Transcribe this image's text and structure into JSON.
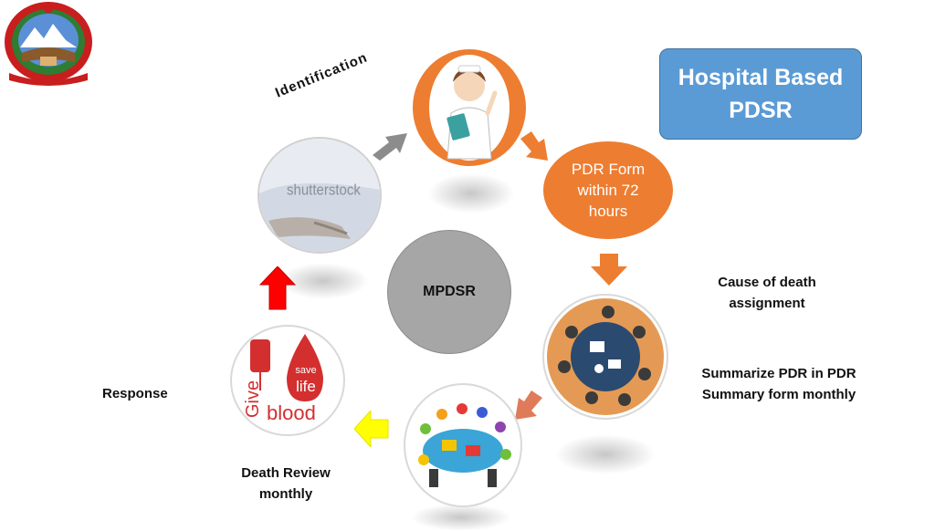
{
  "title": {
    "line1": "Hospital Based",
    "line2": "PDSR"
  },
  "center": {
    "label": "MPDSR"
  },
  "pdr_form": {
    "line1": "PDR Form",
    "line2": "within 72",
    "line3": "hours"
  },
  "labels": {
    "identification": "Identification",
    "cause_line1": "Cause of death",
    "cause_line2": "assignment",
    "summarize_line1": "Summarize PDR in PDR",
    "summarize_line2": "Summary form monthly",
    "response": "Response",
    "death_review_line1": "Death Review",
    "death_review_line2": "monthly"
  },
  "image_texts": {
    "watermark": "shutterstock",
    "save": "save",
    "life": "life",
    "give": "Give",
    "blood": "blood"
  },
  "colors": {
    "orange": "#ed7d31",
    "blue": "#5b9bd5",
    "gray": "#a6a6a6",
    "red": "#ff0000",
    "yellow": "#ffff00",
    "arrow_gray": "#8c8c8c",
    "arrow_salmon": "#e07b5a"
  }
}
